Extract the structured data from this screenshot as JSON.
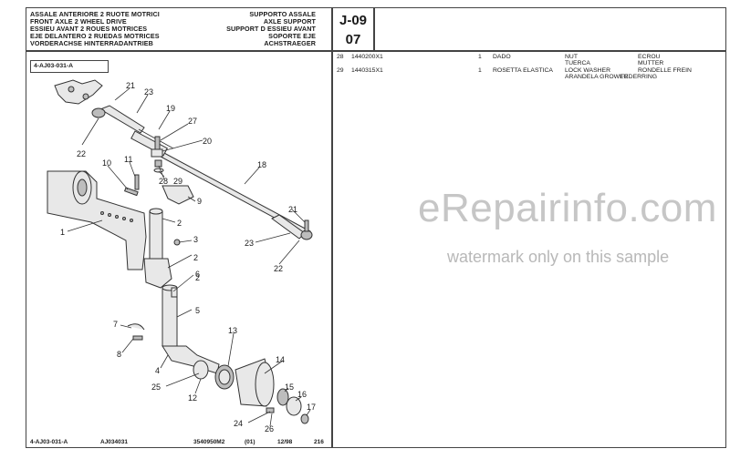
{
  "header": {
    "title_lines_it_en_fr_es_de": [
      "ASSALE ANTERIORE 2 RUOTE MOTRICI",
      "FRONT AXLE 2 WHEEL DRIVE",
      "ESSIEU AVANT 2 ROUES MOTRICES",
      "EJE DELANTERO 2 RUEDAS MOTRICES",
      "VORDERACHSE HINTERRADANTRIEB"
    ],
    "subtitle_lines": [
      "SUPPORTO ASSALE",
      "AXLE SUPPORT",
      "SUPPORT D ESSIEU AVANT",
      "SOPORTE EJE",
      "ACHSTRAEGER"
    ],
    "section_code": "J-09",
    "section_number": "07"
  },
  "diagram": {
    "reference_label": "4-AJ03-031-A",
    "callouts": [
      "1",
      "2",
      "2",
      "2",
      "3",
      "4",
      "5",
      "6",
      "7",
      "8",
      "9",
      "10",
      "11",
      "12",
      "13",
      "14",
      "15",
      "16",
      "17",
      "18",
      "19",
      "20",
      "21",
      "21",
      "22",
      "22",
      "23",
      "23",
      "24",
      "25",
      "26",
      "27",
      "28",
      "29"
    ]
  },
  "parts": [
    {
      "ref": "28",
      "part_no": "1440200X1",
      "qty": "1",
      "desc_it": "DADO",
      "names": [
        "NUT",
        "ECROU",
        "TUERCA",
        "MUTTER"
      ]
    },
    {
      "ref": "29",
      "part_no": "1440315X1",
      "qty": "1",
      "desc_it": "ROSETTA ELASTICA",
      "names": [
        "LOCK WASHER",
        "RONDELLE FREIN",
        "ARANDELA GROWER",
        "FEDERRING"
      ]
    }
  ],
  "footer": {
    "ref": "4-AJ03-031-A",
    "code": "AJ034031",
    "doc_no": "3540950M2",
    "issue": "(01)",
    "date": "12/98",
    "page": "216"
  },
  "watermark": {
    "site": "eRepairinfo.com",
    "notice": "watermark only on this sample"
  }
}
